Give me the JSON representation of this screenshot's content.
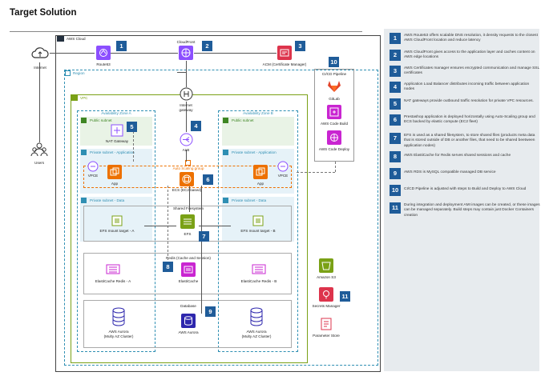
{
  "title": "Target Solution",
  "labels": {
    "aws_cloud": "AWS Cloud",
    "internet": "Internet",
    "users": "Users",
    "route53": "Route53",
    "cloudfront": "CloudFront",
    "acm": "ACM (Certificate Manager)",
    "region": "Region",
    "vpc": "VPC",
    "igw": "Internet\ngateway",
    "az_a": "Availability Zone A",
    "az_b": "Availability Zone B",
    "public_subnet": "Public subnet",
    "nat_gateway": "NAT Gateway",
    "alb": "ALB",
    "private_app": "Private subnet - Application",
    "vpce": "VPCE",
    "app": "App",
    "asg": "Auto Scaling group",
    "ecs": "ECS (EC2 based)",
    "private_data": "Private subnet - Data",
    "shared_fs": "Shared Filesystem",
    "efs": "EFS",
    "efs_mt_a": "EFS mount target - A",
    "efs_mt_b": "EFS mount target - B",
    "redis_title": "Redis (Cache and Session)",
    "elasticache": "ElastiCache",
    "redis_a": "ElastiCache Redis - A",
    "redis_b": "ElastiCache Redis - B",
    "database": "Database",
    "aws_aurora": "AWS Aurora",
    "aurora_multi": "AWS Aurora\n(Multy AZ Cluster)",
    "cicd": "CI/CD Pipeline",
    "gitlab": "GitLab",
    "codebuild": "AWS Code Build",
    "codedeploy": "AWS Code Deploy",
    "s3": "Amazon S3",
    "secrets": "Secrets Manager",
    "param": "Parameter Store"
  },
  "numbers": [
    "1",
    "2",
    "3",
    "4",
    "5",
    "6",
    "7",
    "8",
    "9",
    "10",
    "11"
  ],
  "legend": [
    {
      "n": "1",
      "text": "AWS Route53 offers scalable DNS resolution, it density requests to the closest AWS CloudFront location and reduce latency"
    },
    {
      "n": "2",
      "text": "AWS CloudFront gives access to the application layer and caches content on AWS edge locations"
    },
    {
      "n": "3",
      "text": "AWS Certificates manager ensures encrypted communication and manage SSL certificates"
    },
    {
      "n": "4",
      "text": "Application Load Balancer distributes incoming traffic between application nodes"
    },
    {
      "n": "5",
      "text": "NAT gateways provide outbound traffic resolution for private VPC resources."
    },
    {
      "n": "6",
      "text": "Prestashop application is deployed horizontally using Auto-Scaling group and ECS backed by elastic compute (EC2 fleet)"
    },
    {
      "n": "7",
      "text": "EFS is used as a shared filesystem, to store shared files (products meta data that is stored outside of DB or another files, that need to be shared beetween application nodes)"
    },
    {
      "n": "8",
      "text": "AWS ElastiCache for Redis serves shared sessions and cache"
    },
    {
      "n": "9",
      "text": "AWS RDS is MySQL compatible managed DB service"
    },
    {
      "n": "10",
      "text": "CI/CD Pipeline is adjusted with steps to Build and Deploy to AWS Cloud"
    },
    {
      "n": "11",
      "text": "During integration and deployment AMI images can be created, or these images can be managed separately. Build steps may contain just Docker Containers creation"
    }
  ],
  "colors": {
    "badge": "#1f5c99",
    "purple": "#8c4fff",
    "orange": "#ed7100",
    "red": "#dd344c",
    "green": "#7aa116",
    "aurora": "#2e27ad",
    "public_subnet_bg": "#e9f3e6",
    "private_subnet_bg": "#e6f2f8",
    "legend_bg": "#e7ebee"
  }
}
